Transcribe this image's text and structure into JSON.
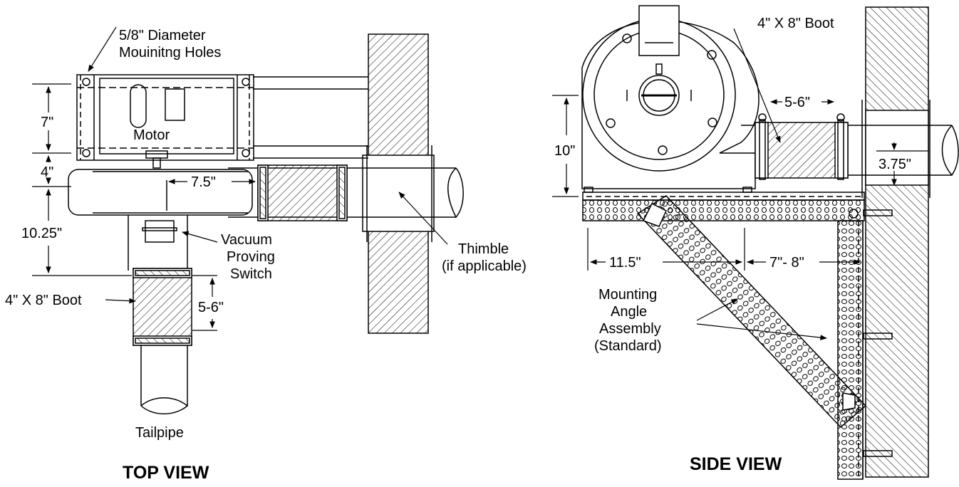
{
  "top_view": {
    "title": "TOP VIEW",
    "mounting_holes_line1": "5/8\" Diameter",
    "mounting_holes_line2": "Mouinitng Holes",
    "motor": "Motor",
    "dim_7": "7\"",
    "dim_4": "4\"",
    "dim_7_5": "7.5\"",
    "dim_10_25": "10.25\"",
    "vacuum_line1": "Vacuum",
    "vacuum_line2": "Proving",
    "vacuum_line3": "Switch",
    "thimble_line1": "Thimble",
    "thimble_line2": "(if applicable)",
    "boot": "4\" X 8\" Boot",
    "dim_5_6": "5-6\"",
    "tailpipe": "Tailpipe"
  },
  "side_view": {
    "title": "SIDE VIEW",
    "boot": "4\" X 8\" Boot",
    "dim_5_6": "5-6\"",
    "dim_10": "10\"",
    "dim_3_75": "3.75\"",
    "dim_11_5": "11.5\"",
    "dim_7_8": "7\"- 8\"",
    "angle_line1": "Mounting",
    "angle_line2": "Angle",
    "angle_line3": "Assembly",
    "angle_line4": "(Standard)"
  }
}
